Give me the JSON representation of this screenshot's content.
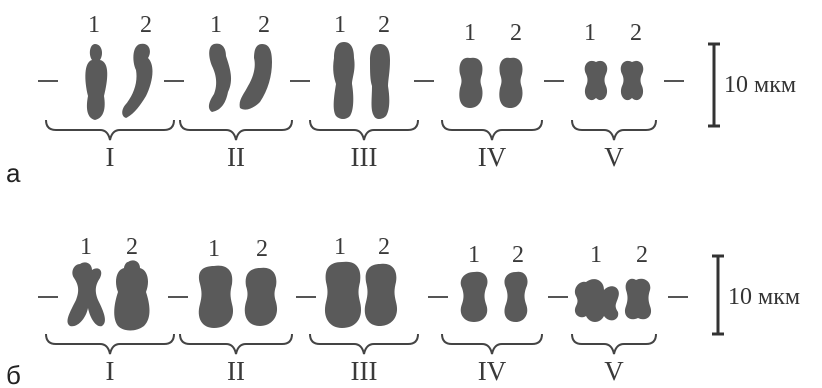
{
  "chromatid_labels": [
    "1",
    "2"
  ],
  "group_labels": [
    "I",
    "II",
    "III",
    "IV",
    "V"
  ],
  "panels": [
    {
      "label": "а",
      "scale_text": "10 мкм"
    },
    {
      "label": "б",
      "scale_text": "10 мкм"
    }
  ],
  "colors": {
    "chromosome": "#5a5a5a",
    "line": "#444444",
    "text": "#3a3a3a"
  }
}
